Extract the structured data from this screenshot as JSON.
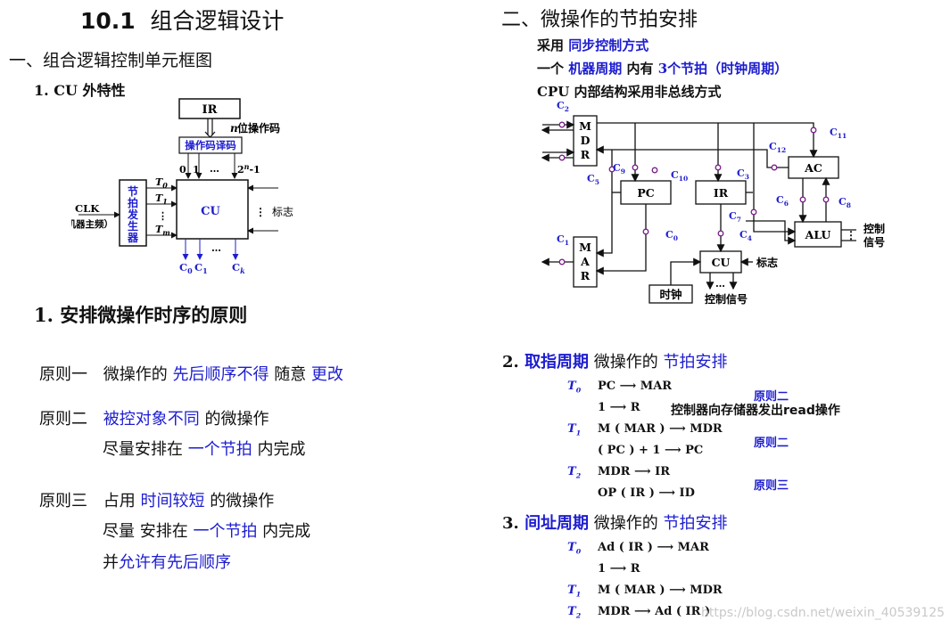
{
  "left": {
    "title_num": "10.1",
    "title_text": "组合逻辑设计",
    "section1": "一、组合逻辑控制单元框图",
    "sub1": "1.  CU  外特性",
    "diagram1": {
      "ir": "IR",
      "n_label": "n",
      "opcode_note": " 位操作码",
      "decoder": "操作码译码",
      "out0": "0",
      "out1": "1",
      "dots": "…",
      "out_last": "2",
      "out_last_sup": "n",
      "out_last_suffix": "-1",
      "clk": "CLK",
      "clk_note": "（机器主频）",
      "beat_gen": [
        "节",
        "拍",
        "发",
        "生",
        "器"
      ],
      "t0": "T",
      "t0_sub": "0",
      "t1": "T",
      "t1_sub": "1",
      "tm": "T",
      "tm_sub": "m",
      "cu": "CU",
      "flag": "标志",
      "c0": "C",
      "c0_sub": "0",
      "c1": "C",
      "c1_sub": "1",
      "ck": "C",
      "ck_sub": "k"
    },
    "section2": "1. 安排微操作时序的原则",
    "rule1": {
      "label": "原则一",
      "a": "微操作的 ",
      "b": "先后顺序不得",
      "c": " 随意 ",
      "d": "更改"
    },
    "rule2": {
      "label": "原则二",
      "a": "被控对象不同",
      "b": " 的微操作",
      "line2a": "尽量安排在  ",
      "line2b": "一个节拍",
      "line2c": " 内完成"
    },
    "rule3": {
      "label": "原则三",
      "a": "占用 ",
      "b": "时间较短",
      "c": " 的微操作",
      "line2a": "尽量 安排在 ",
      "line2b": "一个节拍",
      "line2c": " 内完成",
      "line3a": "并",
      "line3b": "允许有先后顺序"
    }
  },
  "right": {
    "section": "二、微操作的节拍安排",
    "line1a": "采用 ",
    "line1b": "同步控制方式",
    "line2a": "一个 ",
    "line2b": "机器周期",
    "line2c": " 内有 ",
    "line2d": "3个节拍（时钟周期）",
    "line3": "CPU  内部结构采用非总线方式",
    "diagram2": {
      "mdr": [
        "M",
        "D",
        "R"
      ],
      "mar": [
        "M",
        "A",
        "R"
      ],
      "pc": "PC",
      "ir": "IR",
      "ac": "AC",
      "alu": "ALU",
      "cu": "CU",
      "clock": "时钟",
      "flag": "标志",
      "ctrl1": "控制",
      "ctrl2": "信号",
      "ctrl_out": "控制信号",
      "dots": "…",
      "c": "C",
      "c_subs": [
        "2",
        "3",
        "9",
        "10",
        "5",
        "1",
        "0",
        "4",
        "7",
        "6",
        "8",
        "12",
        "11"
      ]
    },
    "fetch_title": {
      "num": "2. ",
      "a": "取指周期",
      "b": " 微操作的 ",
      "c": "节拍安排"
    },
    "fetch_rows": [
      {
        "t": "T",
        "sub": "0",
        "text": "PC ⟶ MAR"
      },
      {
        "t": "",
        "sub": "",
        "text": "1 ⟶ R"
      },
      {
        "t": "T",
        "sub": "1",
        "text": "M ( MAR ) ⟶ MDR"
      },
      {
        "t": "",
        "sub": "",
        "text": "( PC ) + 1 ⟶ PC"
      },
      {
        "t": "T",
        "sub": "2",
        "text": "MDR ⟶ IR"
      },
      {
        "t": "",
        "sub": "",
        "text": "OP ( IR ) ⟶ ID"
      }
    ],
    "fetch_notes": [
      "原则二",
      "原则二",
      "原则三"
    ],
    "fetch_read": "控制器向存储器发出read操作",
    "indirect_title": {
      "num": "3. ",
      "a": "间址周期",
      "b": " 微操作的 ",
      "c": "节拍安排"
    },
    "indirect_rows": [
      {
        "t": "T",
        "sub": "0",
        "text": "Ad ( IR ) ⟶ MAR"
      },
      {
        "t": "",
        "sub": "",
        "text": "1 ⟶ R"
      },
      {
        "t": "T",
        "sub": "1",
        "text": "M ( MAR ) ⟶ MDR"
      },
      {
        "t": "T",
        "sub": "2",
        "text": "MDR ⟶ Ad ( IR )"
      }
    ],
    "watermark": "https://blog.csdn.net/weixin_40539125"
  }
}
